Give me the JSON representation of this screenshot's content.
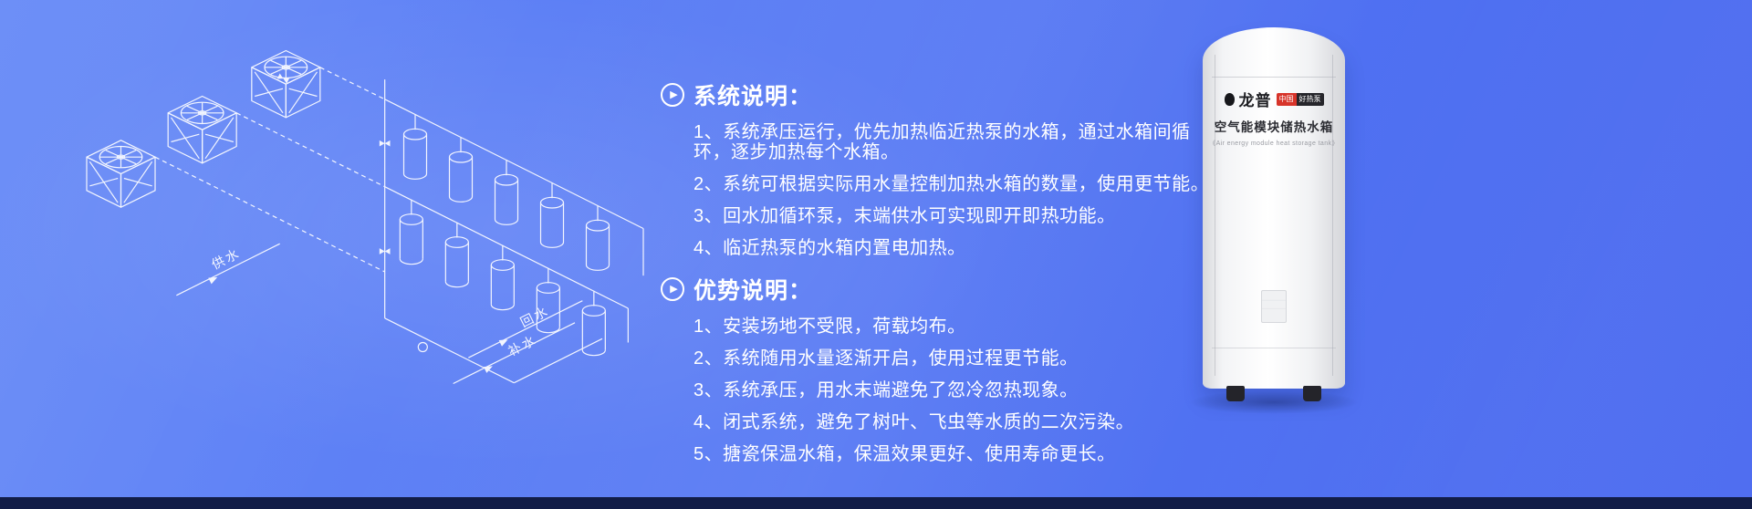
{
  "sections": {
    "system": {
      "title": "系统说明：",
      "items": [
        "1、系统承压运行，优先加热临近热泵的水箱，通过水箱间循环，逐步加热每个水箱。",
        "2、系统可根据实际用水量控制加热水箱的数量，使用更节能。",
        "3、回水加循环泵，末端供水可实现即开即热功能。",
        "4、临近热泵的水箱内置电加热。"
      ]
    },
    "advantages": {
      "title": "优势说明：",
      "items": [
        "1、安装场地不受限，荷载均布。",
        "2、系统随用水量逐渐开启，使用过程更节能。",
        "3、系统承压，用水末端避免了忽冷忽热现象。",
        "4、闭式系统，避免了树叶、飞虫等水质的二次污染。",
        "5、搪瓷保温水箱，保温效果更好、使用寿命更长。"
      ]
    }
  },
  "diagram": {
    "labels": {
      "supply": "供水",
      "return": "回水",
      "makeup": "补水"
    }
  },
  "product": {
    "brand": "龙普",
    "badge_left": "中国",
    "badge_right": "好热泵",
    "badge_full": "中国好热泵",
    "title": "空气能模块储热水箱",
    "subtitle": "《Air energy module heat storage tank》"
  },
  "icons": {
    "section_bullet": "play-circle"
  },
  "colors": {
    "background_top": "#6488f7",
    "background_bottom": "#4968ef",
    "bottom_bar": "#121d47",
    "badge_red": "#d7342a",
    "text": "#ffffff"
  }
}
